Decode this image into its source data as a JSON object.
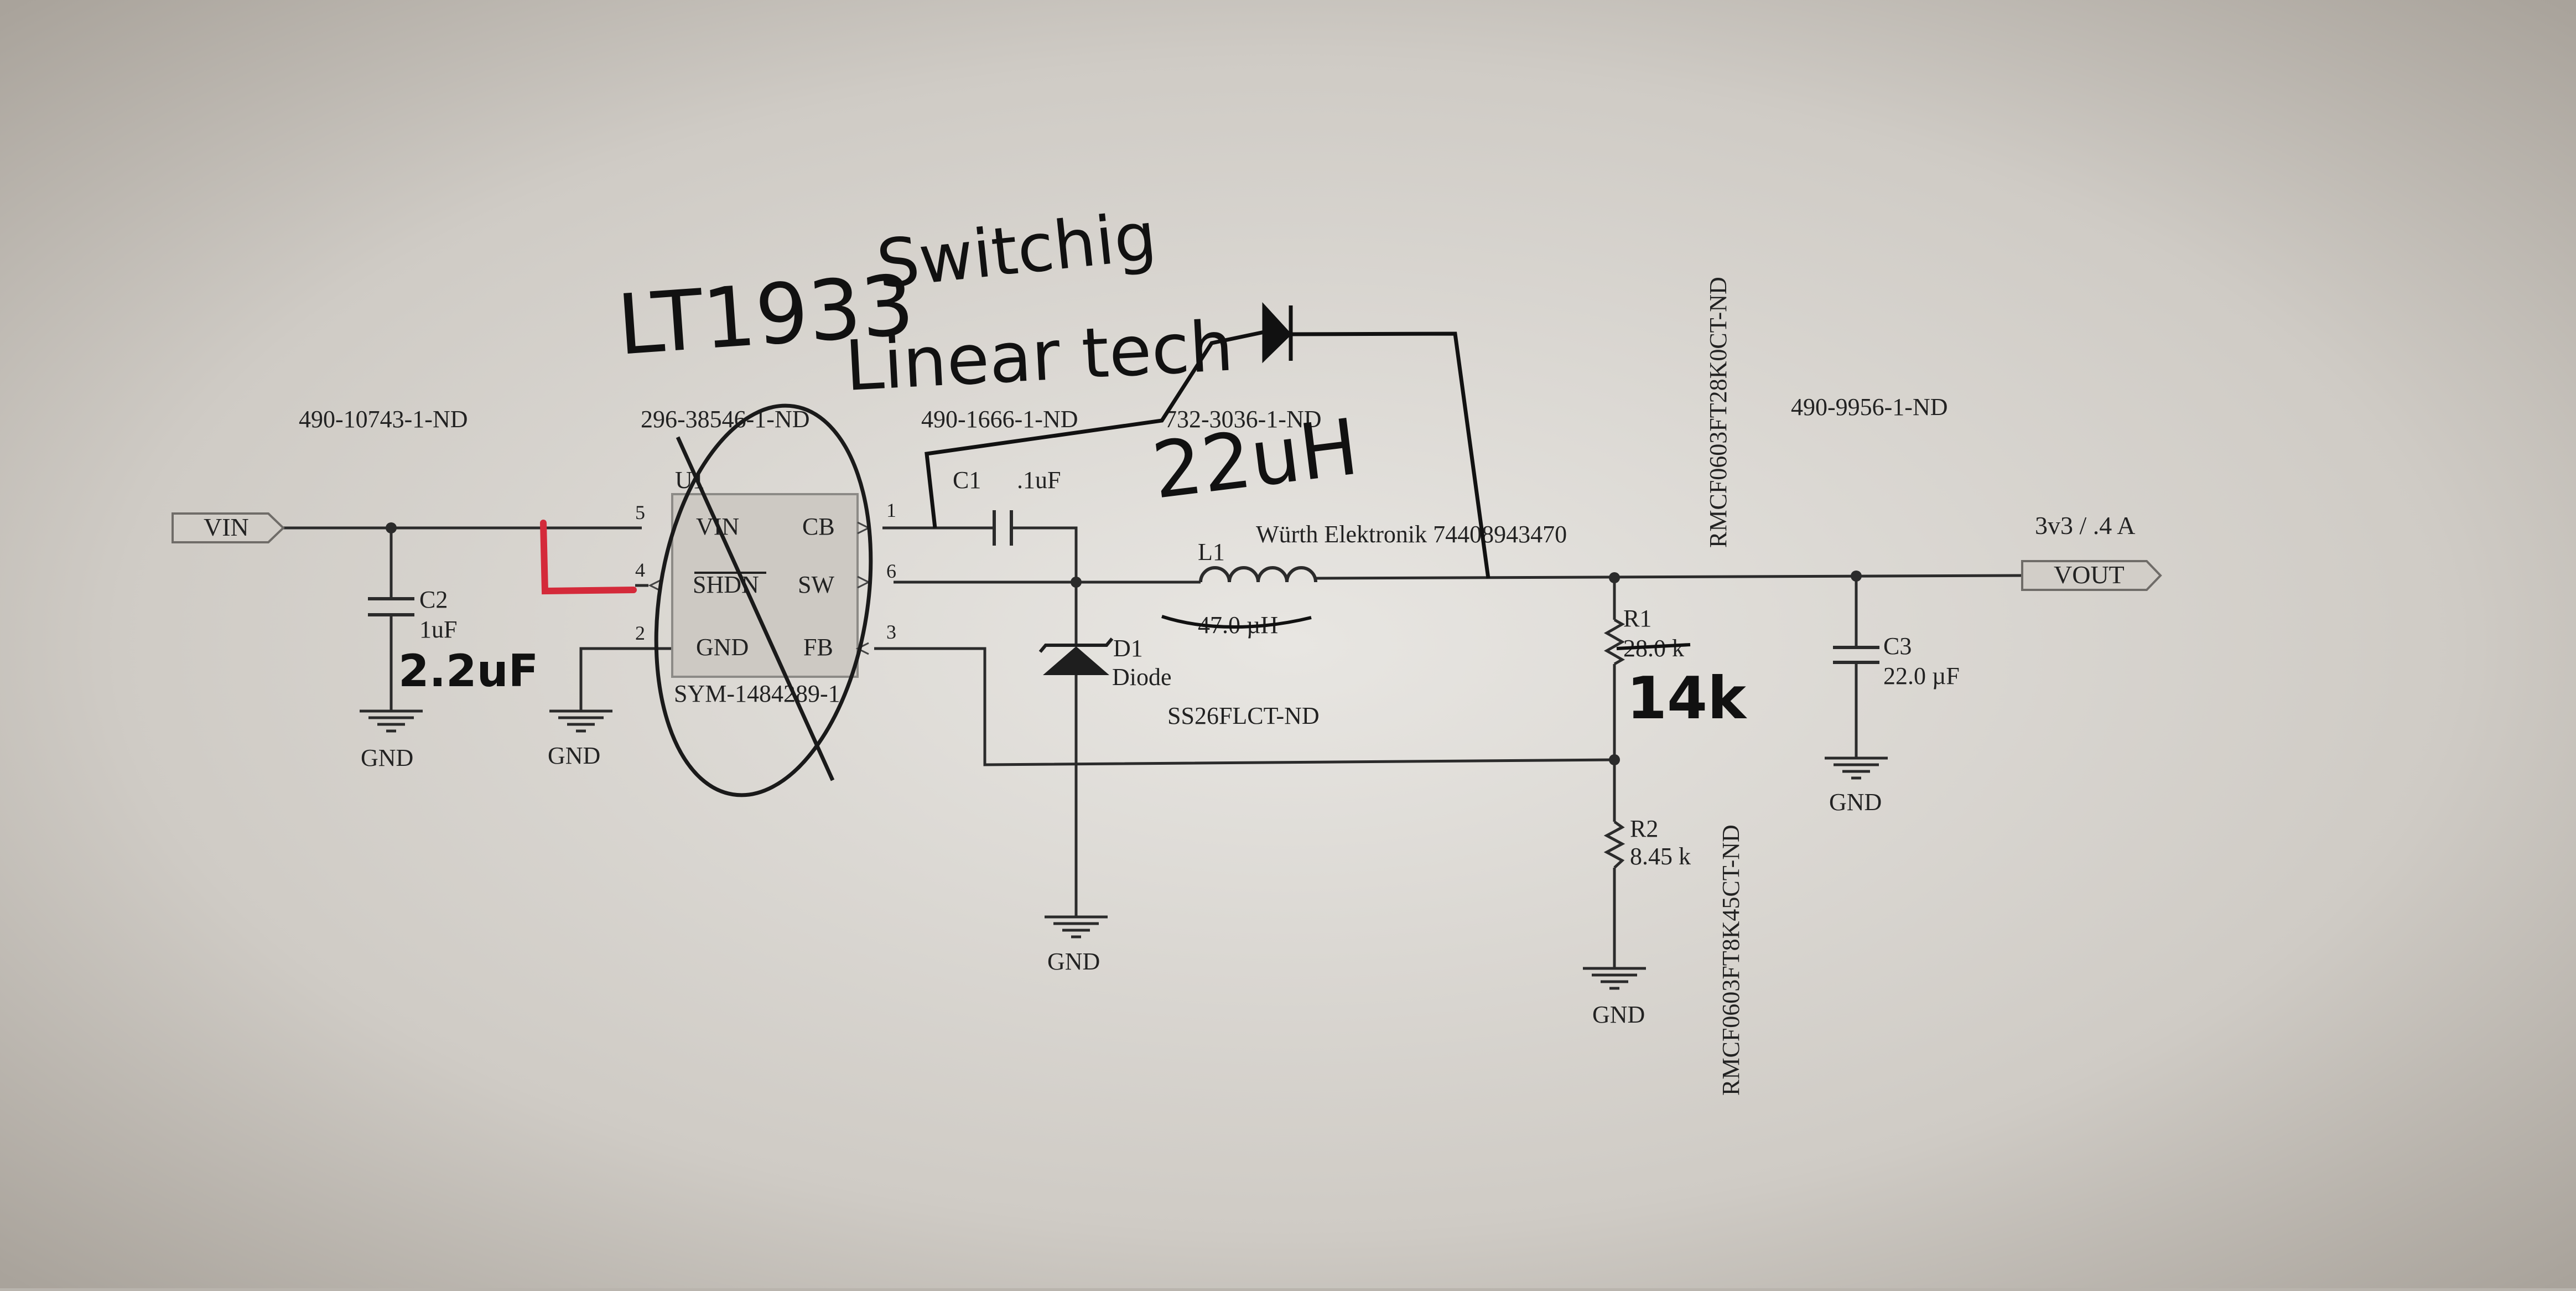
{
  "title_notes": {
    "part": "LT1933",
    "type": "Switchig",
    "vendor": "Linear tech"
  },
  "part_numbers": {
    "c2": "490-10743-1-ND",
    "u1": "296-38546-1-ND",
    "c1": "490-1666-1-ND",
    "l1": "732-3036-1-ND",
    "c3": "490-9956-1-ND",
    "r1": "RMCF0603FT28K0CT-ND",
    "r2": "RMCF0603FT8K45CT-ND",
    "d1": "SS26FLCT-ND"
  },
  "ports": {
    "vin": "VIN",
    "vout": "VOUT",
    "vout_spec": "3v3 / .4 A"
  },
  "u1": {
    "ref": "U1",
    "symbol": "SYM-1484289-1",
    "pins": {
      "vin": "VIN",
      "vin_num": "5",
      "shdn": "SHDN",
      "shdn_num": "4",
      "gnd": "GND",
      "gnd_num": "2",
      "cb": "CB",
      "cb_num": "1",
      "sw": "SW",
      "sw_num": "6",
      "fb": "FB",
      "fb_num": "3"
    }
  },
  "c1": {
    "ref": "C1",
    "value": ".1uF"
  },
  "c2": {
    "ref": "C2",
    "value": "1uF",
    "hand_value": "2.2uF"
  },
  "c3": {
    "ref": "C3",
    "value": "22.0 µF"
  },
  "l1": {
    "ref": "L1",
    "value": "47.0 µH",
    "maker": "Würth Elektronik 74408943470",
    "hand_value": "22uH"
  },
  "d1": {
    "ref": "D1",
    "value": "Diode"
  },
  "r1": {
    "ref": "R1",
    "value": "28.0 k",
    "hand_value": "14k"
  },
  "r2": {
    "ref": "R2",
    "value": "8.45 k"
  },
  "ground_label": "GND",
  "colors": {
    "paper": "#b9b4ad",
    "ink": "#222222",
    "pen_black": "#111111",
    "pen_red": "#d42a3a"
  }
}
